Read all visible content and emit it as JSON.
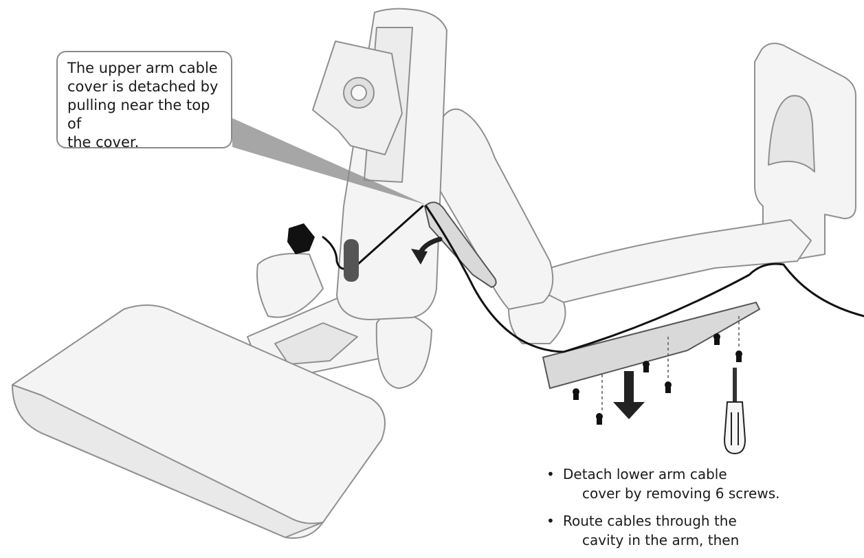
{
  "callout": {
    "lines": [
      "The upper arm cable",
      "cover is detached by",
      "pulling near the top of",
      "the cover."
    ]
  },
  "notes": [
    {
      "bullet": "•",
      "line1": "Detach lower arm cable",
      "line2": "cover by removing 6 screws."
    },
    {
      "bullet": "•",
      "line1": "Route cables through the",
      "line2": "cavity in the arm, then"
    }
  ],
  "colors": {
    "outline": "#8f8f8f",
    "fill": "#f4f4f4",
    "cable": "#111111",
    "cover": "#d9d9d9",
    "text": "#1a1a1a"
  },
  "icons": [
    "screw-icon",
    "screwdriver-icon",
    "down-arrow-icon",
    "curved-arrow-icon",
    "plug-icon"
  ]
}
